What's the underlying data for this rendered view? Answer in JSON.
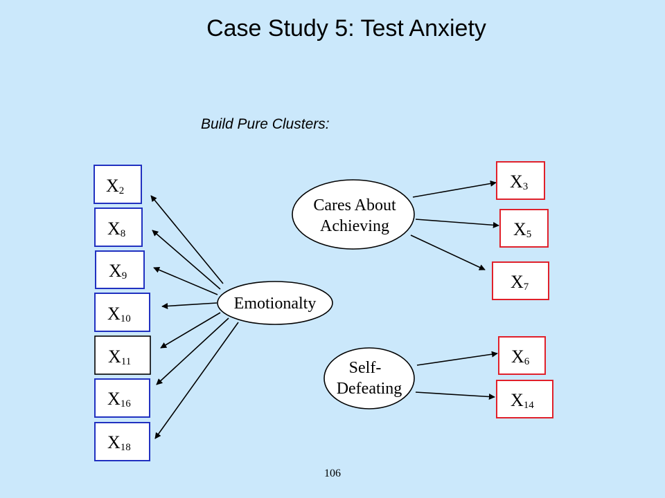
{
  "slide": {
    "title": "Case Study 5: Test Anxiety",
    "subtitle": "Build Pure Clusters",
    "subtitle_suffix": ":",
    "page_number": "106"
  },
  "latents": {
    "emotionality": {
      "label": "Emotionalty"
    },
    "cares": {
      "line1": "Cares About",
      "line2": "Achieving"
    },
    "self_defeating": {
      "line1": "Self-",
      "line2": "Defeating"
    }
  },
  "indicators": {
    "x2": {
      "letter": "X",
      "index": "2"
    },
    "x8": {
      "letter": "X",
      "index": "8"
    },
    "x9": {
      "letter": "X",
      "index": "9"
    },
    "x10": {
      "letter": "X",
      "index": "10"
    },
    "x11": {
      "letter": "X",
      "index": "11"
    },
    "x16": {
      "letter": "X",
      "index": "16"
    },
    "x18": {
      "letter": "X",
      "index": "18"
    },
    "x3": {
      "letter": "X",
      "index": "3"
    },
    "x5": {
      "letter": "X",
      "index": "5"
    },
    "x7": {
      "letter": "X",
      "index": "7"
    },
    "x6": {
      "letter": "X",
      "index": "6"
    },
    "x14": {
      "letter": "X",
      "index": "14"
    }
  },
  "colors": {
    "background": "#cbe8fb",
    "emotionality_cluster_border": "#2030c0",
    "right_cluster_border": "#e0202a",
    "x11_border": "#000000",
    "node_fill": "#ffffff",
    "arrow": "#000000"
  }
}
